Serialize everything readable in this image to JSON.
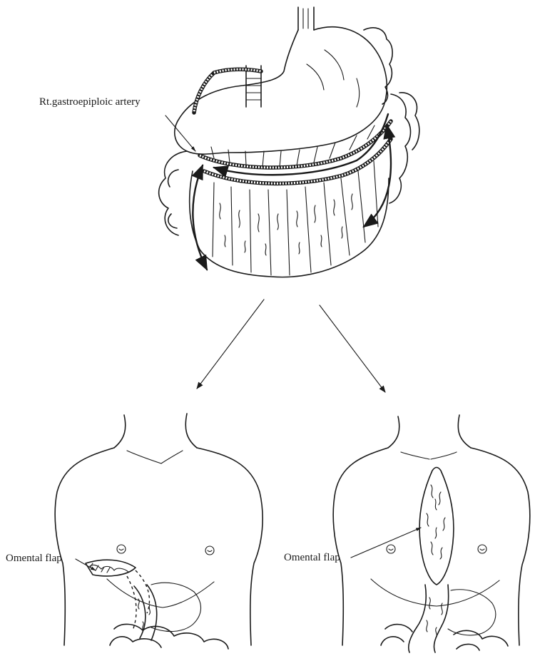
{
  "labels": {
    "artery": "Rt.gastroepiploic artery",
    "flap_left": "Omental flap",
    "flap_right": "Omental flap"
  }
}
